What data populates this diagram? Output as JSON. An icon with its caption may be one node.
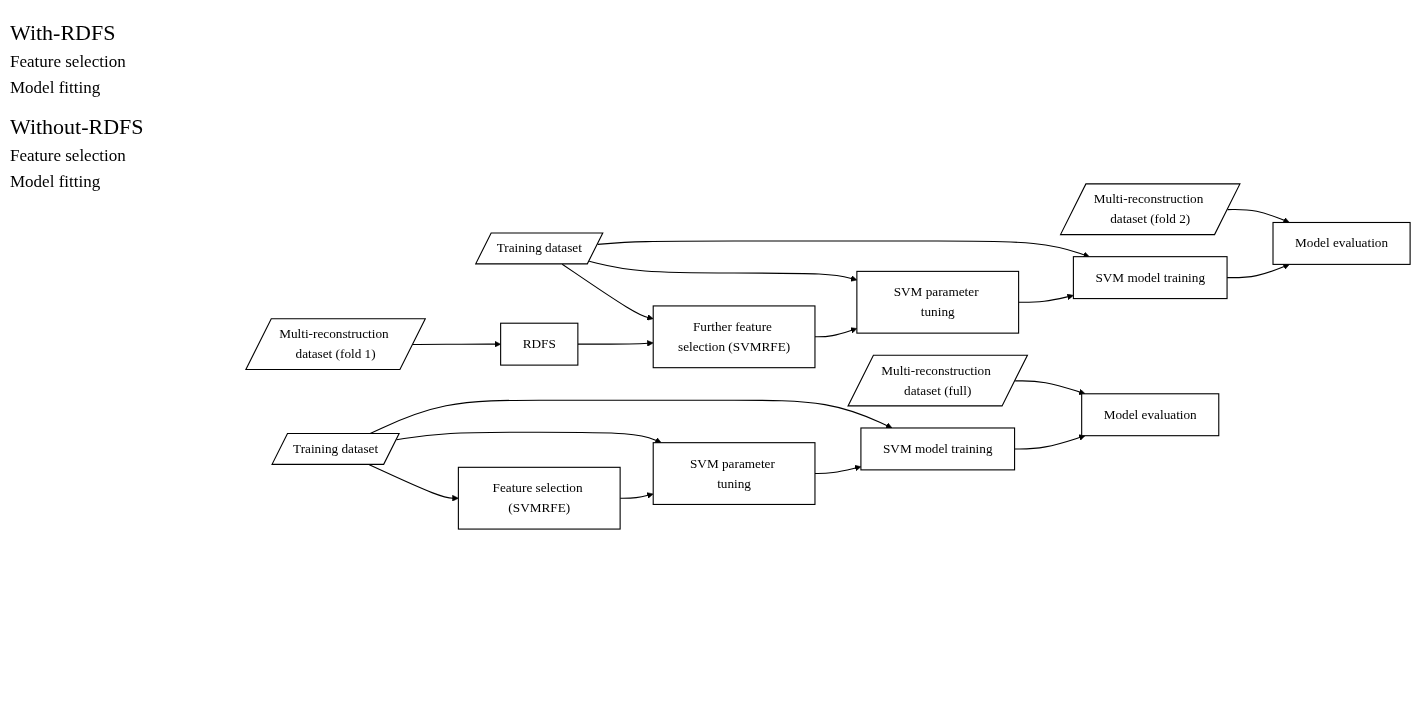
{
  "diagram": {
    "nodes": [
      {
        "text": [
          "Multi-reconstruction dataset (fold 1)"
        ]
      },
      {
        "text": [
          "Training dataset"
        ]
      },
      {
        "text": [
          "Multi-reconstruction dataset (fold 2)"
        ]
      },
      {
        "text": [
          "RDFS"
        ]
      },
      {
        "text": [
          "Further feature selection (SVMRFE)"
        ]
      },
      {
        "text": [
          "SVM parameter tuning"
        ]
      },
      {
        "text": [
          "SVM model training"
        ]
      },
      {
        "text": [
          "Model evaluation"
        ]
      },
      {
        "text": [
          "Training dataset"
        ]
      },
      {
        "text": [
          "Multi-reconstruction dataset (full)"
        ]
      },
      {
        "text": [
          "Feature selection (SVMRFE)"
        ]
      },
      {
        "text": [
          "SVM parameter tuning"
        ]
      },
      {
        "text": [
          "SVM model training"
        ]
      },
      {
        "text": [
          "Model evaluation"
        ]
      }
    ],
    "edges": [
      {
        "from": 0,
        "to": 3,
        "arrow": "to"
      },
      {
        "from": 1,
        "to": 4,
        "arrow": "to"
      },
      {
        "from": 1,
        "to": 5,
        "arrow": "to"
      },
      {
        "from": 1,
        "to": 6,
        "arrow": "to"
      },
      {
        "from": 2,
        "to": 7,
        "arrow": "to"
      },
      {
        "from": 3,
        "to": 4,
        "arrow": "to"
      },
      {
        "from": 4,
        "to": 5,
        "arrow": "to"
      },
      {
        "from": 5,
        "to": 6,
        "arrow": "to"
      },
      {
        "from": 6,
        "to": 7,
        "arrow": "to"
      },
      {
        "from": 8,
        "to": 10,
        "arrow": "to"
      },
      {
        "from": 8,
        "to": 11,
        "arrow": "to"
      },
      {
        "from": 8,
        "to": 12,
        "arrow": "to"
      },
      {
        "from": 9,
        "to": 13,
        "arrow": "to"
      },
      {
        "from": 10,
        "to": 11,
        "arrow": "to"
      },
      {
        "from": 11,
        "to": 12,
        "arrow": "to"
      },
      {
        "from": 12,
        "to": 13,
        "arrow": "to"
      }
    ],
    "labels": [
      "With-RDFS",
      "Feature selection",
      "Model fitting",
      "Without-RDFS",
      "Feature selection",
      "Model fitting"
    ]
  }
}
